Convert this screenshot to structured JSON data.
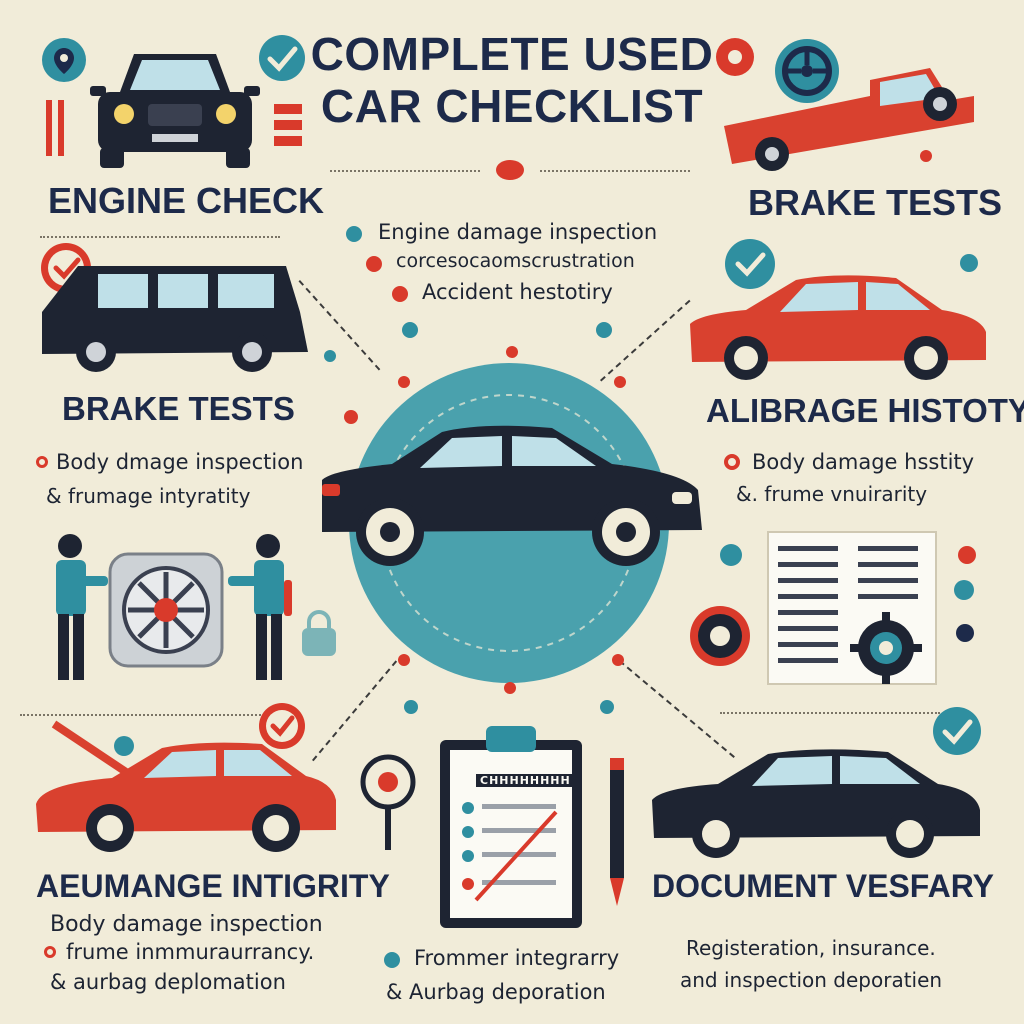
{
  "title_line1": "COMPLETE USED",
  "title_line2": "CAR CHECKLIST",
  "center_list": {
    "item1": "Engine damage inspection",
    "item2": "corcesocaomscrustration",
    "item3": "Accident hestotiry"
  },
  "sections": {
    "engine": {
      "heading": "ENGINE CHECK"
    },
    "brake_right": {
      "heading": "BRAKE TESTS"
    },
    "brake_left": {
      "heading": "BRAKE TESTS",
      "line1": "Body dmage inspection",
      "line2": "&  frumage intyratity"
    },
    "alibrage": {
      "heading": "ALIBRAGE HISTOTY",
      "line1": "Body damage hsstity",
      "line2": "&. frume vnuirarity"
    },
    "aeumange": {
      "heading": "AEUMANGE INTIGRITY",
      "line1": "Body damage inspection",
      "line2": "frume inmmuraurrancy.",
      "line3": "&  aurbag deplomation"
    },
    "bottom_center": {
      "line1": "Frommer integrarry",
      "line2": "&  Aurbag deporation"
    },
    "document": {
      "heading": "DOCUMENT VESFARY",
      "line1": "Registeration, insurance.",
      "line2": "and inspection deporatien"
    }
  },
  "clipboard_header": "CHHHHHHHH",
  "colors": {
    "background": "#f1ecd9",
    "navy": "#1d2a4a",
    "red": "#d93a2b",
    "teal": "#2f8fa0",
    "car_dark": "#1e2432",
    "car_red": "#d9412f"
  },
  "icons": [
    "check-icon",
    "map-pin-icon",
    "steering-wheel-icon",
    "gear-icon",
    "clipboard-icon",
    "magnifier-icon",
    "pencil-icon",
    "fan-icon"
  ]
}
